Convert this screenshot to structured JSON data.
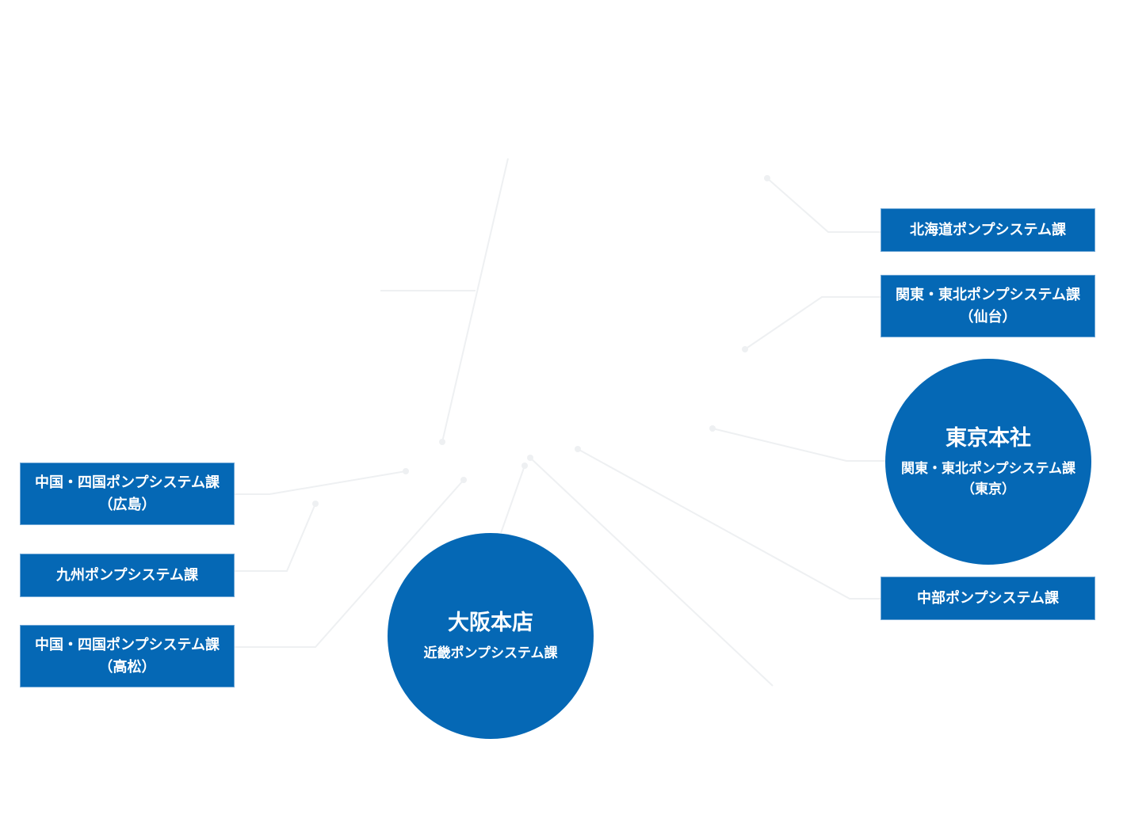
{
  "accent_color": "#0568b5",
  "line_color": "#eef0f2",
  "hq": {
    "tokyo": {
      "title": "東京本社",
      "line1": "関東・東北ポンプシステム課",
      "line2": "（東京）"
    },
    "osaka": {
      "title": "大阪本店",
      "line1": "近畿ポンプシステム課"
    }
  },
  "sections": {
    "hokkaido": {
      "line1": "北海道ポンプシステム課"
    },
    "kanto_sendai": {
      "line1": "関東・東北ポンプシステム課",
      "line2": "（仙台）"
    },
    "chubu": {
      "line1": "中部ポンプシステム課"
    },
    "chugoku_hiroshima": {
      "line1": "中国・四国ポンプシステム課",
      "line2": "（広島）"
    },
    "kyushu": {
      "line1": "九州ポンプシステム課"
    },
    "chugoku_takamatsu": {
      "line1": "中国・四国ポンプシステム課",
      "line2": "（高松）"
    }
  }
}
